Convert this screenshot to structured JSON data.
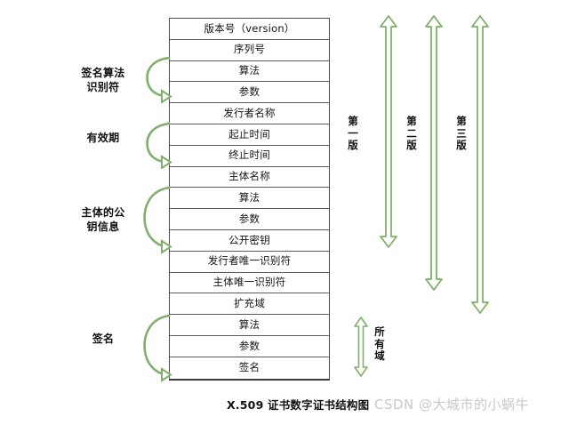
{
  "table": {
    "rows": [
      {
        "label": "版本号（version）"
      },
      {
        "label": "序列号"
      },
      {
        "label": "算法"
      },
      {
        "label": "参数"
      },
      {
        "label": "发行者名称"
      },
      {
        "label": "起止时间"
      },
      {
        "label": "终止时间"
      },
      {
        "label": "主体名称"
      },
      {
        "label": "算法"
      },
      {
        "label": "参数"
      },
      {
        "label": "公开密钥"
      },
      {
        "label": "发行者唯一识别符"
      },
      {
        "label": "主体唯一识别符"
      },
      {
        "label": "扩充域"
      },
      {
        "label": "算法"
      },
      {
        "label": "参数"
      },
      {
        "label": "签名"
      }
    ]
  },
  "groups": [
    {
      "name": "signature-algorithm-identifier",
      "line1": "签名算法",
      "line2": "识别符"
    },
    {
      "name": "validity-period",
      "line1": "有效期",
      "line2": ""
    },
    {
      "name": "subject-public-key-info",
      "line1": "主体的公",
      "line2": "钥信息"
    },
    {
      "name": "signature",
      "line1": "签名",
      "line2": ""
    }
  ],
  "versions": [
    {
      "name": "version-1",
      "chars": [
        "第",
        "一",
        "版"
      ]
    },
    {
      "name": "version-2",
      "chars": [
        "第",
        "二",
        "版"
      ]
    },
    {
      "name": "version-3",
      "chars": [
        "第",
        "三",
        "版"
      ]
    }
  ],
  "all_fields": {
    "chars": [
      "所",
      "有",
      "域"
    ]
  },
  "caption": "X.509 证书数字证书结构图",
  "watermark": "CSDN @大城市的小蜗牛",
  "colors": {
    "arrow_green": "#7fb069",
    "arrow_green_light": "#a9cf93",
    "table_border": "#4a4a4a",
    "text": "#111111",
    "watermark": "#c9c9c9",
    "background": "#ffffff"
  }
}
